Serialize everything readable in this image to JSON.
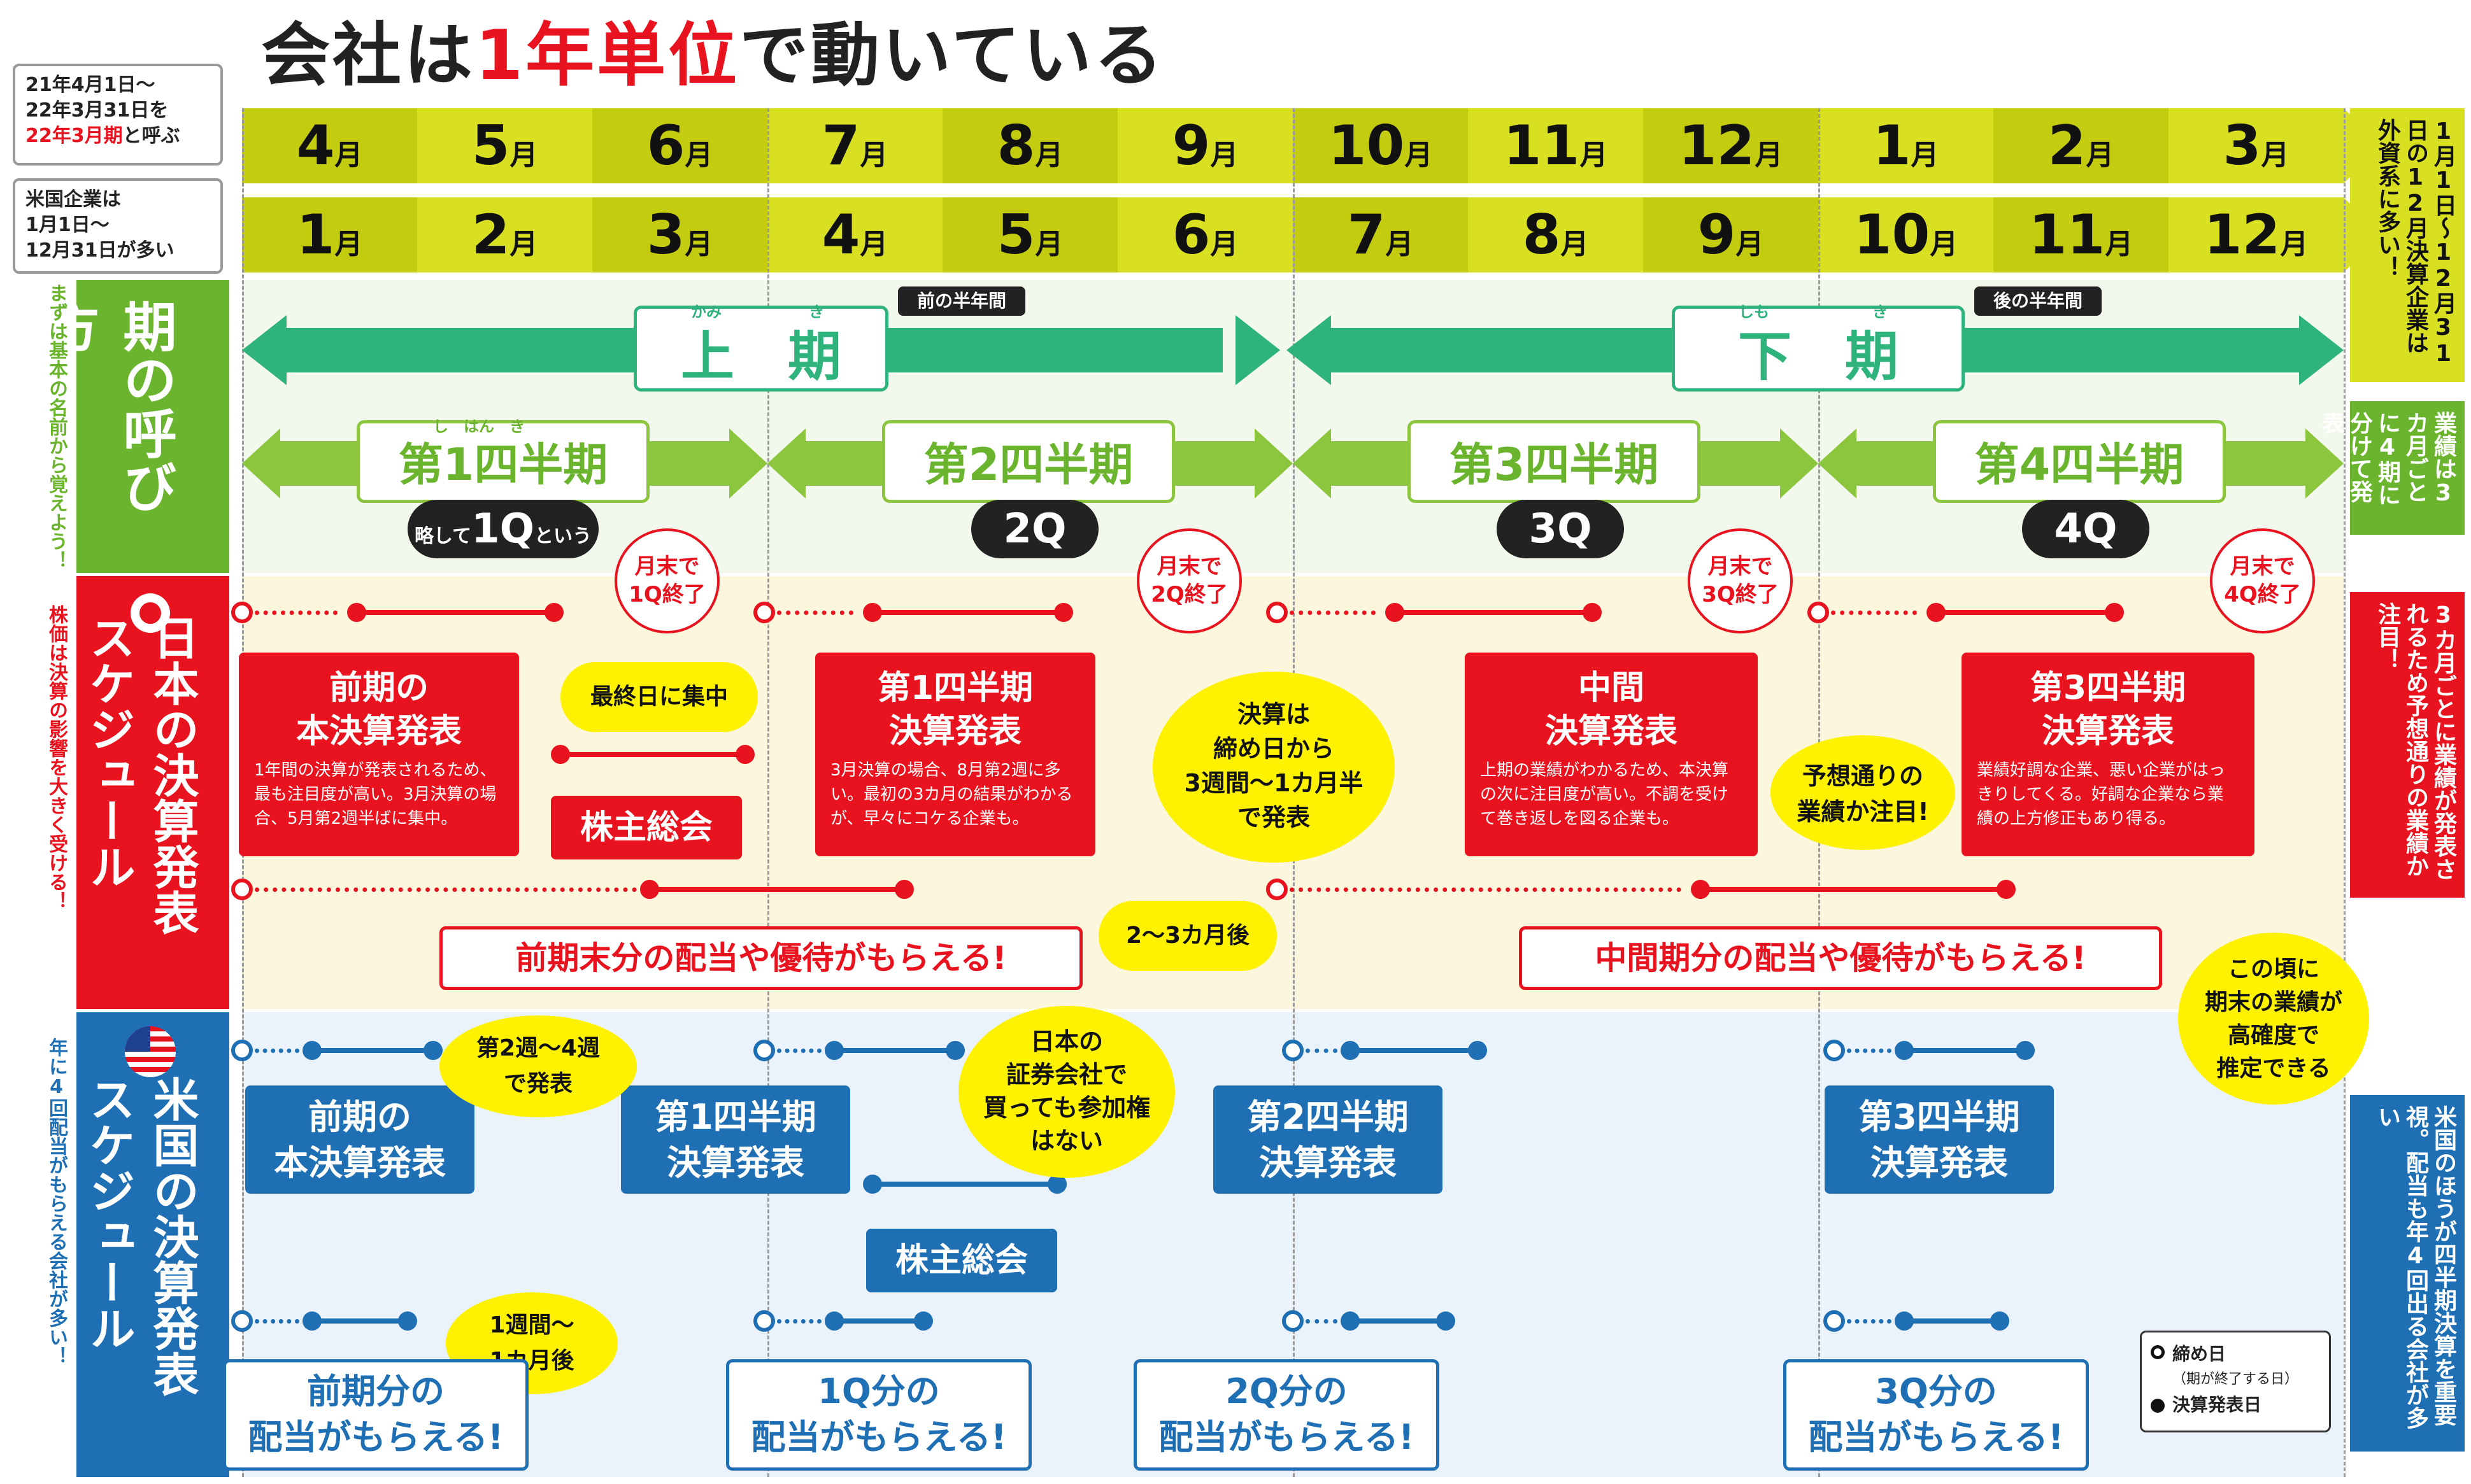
{
  "title": {
    "pre": "会社は",
    "highlight": "1年単位",
    "post": "で動いている"
  },
  "notes": {
    "fiscal_year": {
      "line1": "21年4月1日～",
      "line2": "22年3月31日を",
      "line3_red": "22年3月期",
      "line3_post": "と呼ぶ"
    },
    "us_companies": {
      "line1": "米国企業は",
      "line2": "1月1日～",
      "line3": "12月31日が多い"
    }
  },
  "months_jp": [
    "4",
    "5",
    "6",
    "7",
    "8",
    "9",
    "10",
    "11",
    "12",
    "1",
    "2",
    "3"
  ],
  "months_us": [
    "1",
    "2",
    "3",
    "4",
    "5",
    "6",
    "7",
    "8",
    "9",
    "10",
    "11",
    "12"
  ],
  "month_unit": "月",
  "colors": {
    "red": "#e8131e",
    "green": "#2db37b",
    "lime": "#d9e021",
    "blue": "#1f6fb5",
    "yellow": "#fff200"
  },
  "sections": {
    "period_names": {
      "side_label": "期の呼び方",
      "left_note": "まずは基本の名前から覚えよう！"
    },
    "jp_schedule": {
      "side_label": "日本の決算発表スケジュール",
      "left_note": "株価は決算の影響を大きく受ける！"
    },
    "us_schedule": {
      "side_label": "米国の決算発表スケジュール",
      "left_note": "年に4回配当がもらえる会社が多い！"
    }
  },
  "halves": [
    {
      "label": "上　期",
      "ruby1": "かみ",
      "ruby2": "き",
      "tag": "前の半年間"
    },
    {
      "label": "下　期",
      "ruby1": "しも",
      "ruby2": "き",
      "tag": "後の半年間"
    }
  ],
  "quarters": [
    {
      "label": "第1四半期",
      "ruby": "し　はん　き",
      "pill_pre": "略して",
      "pill": "1Q",
      "pill_post": "という"
    },
    {
      "label": "第2四半期",
      "pill": "2Q"
    },
    {
      "label": "第3四半期",
      "pill": "3Q"
    },
    {
      "label": "第4四半期",
      "pill": "4Q"
    }
  ],
  "quarter_end": [
    {
      "l1": "月末で",
      "l2": "1Q終了"
    },
    {
      "l1": "月末で",
      "l2": "2Q終了"
    },
    {
      "l1": "月末で",
      "l2": "3Q終了"
    },
    {
      "l1": "月末で",
      "l2": "4Q終了"
    }
  ],
  "jp_events": [
    {
      "t1": "前期の",
      "t2": "本決算発表",
      "desc": "1年間の決算が発表されるため、最も注目度が高い。3月決算の場合、5月第2週半ばに集中。"
    },
    {
      "t1": "第1四半期",
      "t2": "決算発表",
      "desc": "3月決算の場合、8月第2週に多い。最初の3カ月の結果がわかるが、早々にコケる企業も。"
    },
    {
      "t1": "中間",
      "t2": "決算発表",
      "desc": "上期の業績がわかるため、本決算の次に注目度が高い。不調を受けて巻き返しを図る企業も。"
    },
    {
      "t1": "第3四半期",
      "t2": "決算発表",
      "desc": "業績好調な企業、悪い企業がはっきりしてくる。好調な企業なら業績の上方修正もあり得る。"
    }
  ],
  "jp_misc": {
    "agm": "株主総会",
    "last_day": "最終日に集中",
    "timing": {
      "l1": "決算は",
      "l2": "締め日から",
      "l3": "3週間～1カ月半",
      "l4": "で発表"
    },
    "expected": {
      "l1": "予想通りの",
      "l2": "業績か注目!"
    },
    "dividend1": "前期末分の配当や優待がもらえる!",
    "dividend2": "中間期分の配当や優待がもらえる!",
    "after": "2～3カ月後",
    "estimate": {
      "l1": "この頃に",
      "l2": "期末の業績が",
      "l3": "高確度で",
      "l4": "推定できる"
    }
  },
  "us_events": [
    {
      "t1": "前期の",
      "t2": "本決算発表"
    },
    {
      "t1": "第1四半期",
      "t2": "決算発表"
    },
    {
      "t1": "第2四半期",
      "t2": "決算発表"
    },
    {
      "t1": "第3四半期",
      "t2": "決算発表"
    }
  ],
  "us_misc": {
    "agm": "株主総会",
    "weeks": {
      "l1": "第2週～4週",
      "l2": "で発表"
    },
    "no_vote": {
      "l1": "日本の",
      "l2": "証券会社で",
      "l3": "買っても参加権",
      "l4": "はない"
    },
    "delay": {
      "l1": "1週間～",
      "l2": "1カ月後"
    }
  },
  "us_dividends": [
    {
      "l1": "前期分の",
      "l2": "配当がもらえる!"
    },
    {
      "l1": "1Q分の",
      "l2": "配当がもらえる!"
    },
    {
      "l1": "2Q分の",
      "l2": "配当がもらえる!"
    },
    {
      "l1": "3Q分の",
      "l2": "配当がもらえる!"
    }
  ],
  "right_notes": {
    "n1": "1月1日～12月31日の12月決算企業は外資系に多い！",
    "n2": "業績は3カ月ごとに4期に分けて発表",
    "n3": "3カ月ごとに業績が発表されるため予想通りの業績か注目！",
    "n4": "米国のほうが四半期決算を重要視。配当も年4回出る会社が多い"
  },
  "legend": {
    "ring": "締め日",
    "ring_sub": "（期が終了する日）",
    "dot": "決算発表日"
  }
}
